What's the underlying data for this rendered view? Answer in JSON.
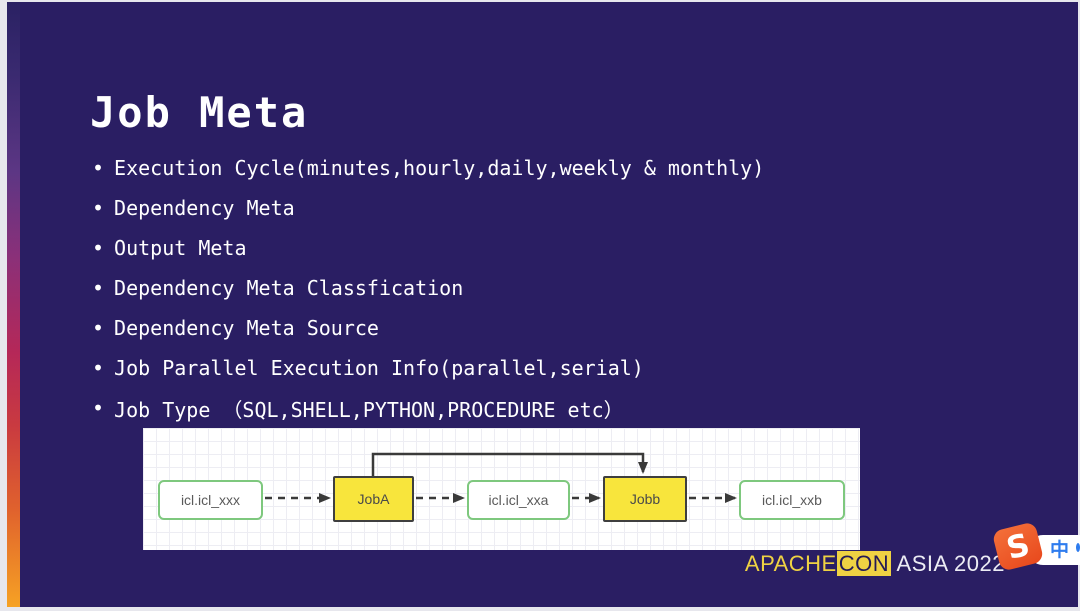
{
  "slide": {
    "title": "Job Meta",
    "bullet_char": "•",
    "bullets": [
      "Execution Cycle(minutes,hourly,daily,weekly & monthly)",
      "Dependency Meta",
      "Output Meta",
      "Dependency Meta Classfication",
      "Dependency Meta Source",
      "Job Parallel Execution Info(parallel,serial)",
      "Job Type （SQL,SHELL,PYTHON,PROCEDURE etc）"
    ],
    "footer": {
      "apache": "APACHE",
      "con": "CON",
      "rest": " ASIA 2022"
    },
    "diagram": {
      "nodes": [
        {
          "label": "icl.icl_xxx",
          "type": "table"
        },
        {
          "label": "JobA",
          "type": "job"
        },
        {
          "label": "icl.icl_xxa",
          "type": "table"
        },
        {
          "label": "Jobb",
          "type": "job"
        },
        {
          "label": "icl.icl_xxb",
          "type": "table"
        }
      ]
    },
    "colors": {
      "background": "#2A1E63",
      "accent_yellow": "#EFD243",
      "job_fill": "#F8E53C",
      "table_border": "#7EC87E",
      "gradient_top": "#2A2163",
      "gradient_bottom": "#F6A224"
    }
  },
  "overlay": {
    "logo_letter": "S",
    "ime_mode": "中"
  }
}
